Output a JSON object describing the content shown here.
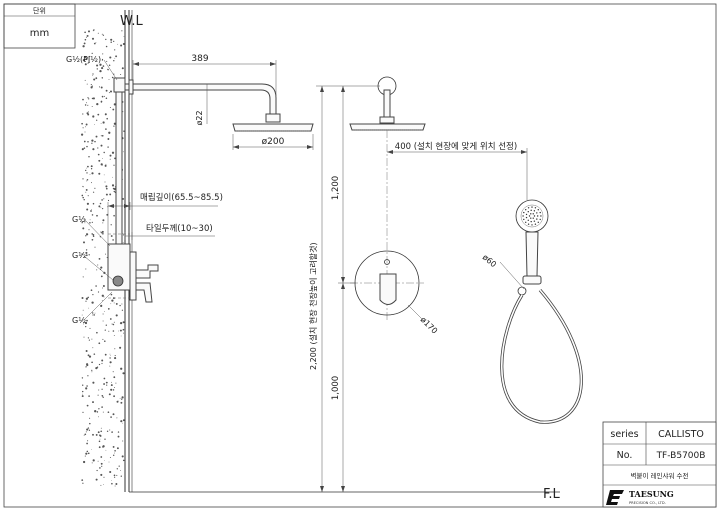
{
  "unit_box": {
    "label": "단위",
    "value": "mm"
  },
  "wall_label": "W.L",
  "floor_label": "F.L",
  "labels": {
    "pipe_thread_top": "G½(PJ½)",
    "arm_length": "389",
    "arm_diameter": "ø22",
    "head_diameter": "ø200",
    "embed_depth": "매립깊이(65.5~85.5)",
    "tile_thickness": "타일두께(10~30)",
    "thread_g_a": "G½",
    "thread_g_b": "G½",
    "thread_g_c": "G½",
    "height_head": "1,200",
    "height_total": "2,200 (설치 현장 천장높이 고려할것)",
    "height_valve": "1,000",
    "valve_diameter": "ø170",
    "holder_offset": "400 (설치 현장에 맞게 위치 선정)",
    "hand_diameter": "ø60"
  },
  "title_block": {
    "series_label": "series",
    "series_value": "CALLISTO",
    "no_label": "No.",
    "no_value": "TF-B5700B",
    "description": "벽붙이 레인샤워 수전",
    "brand": "TAESUNG",
    "brand_sub": "PRECISION CO., LTD."
  }
}
